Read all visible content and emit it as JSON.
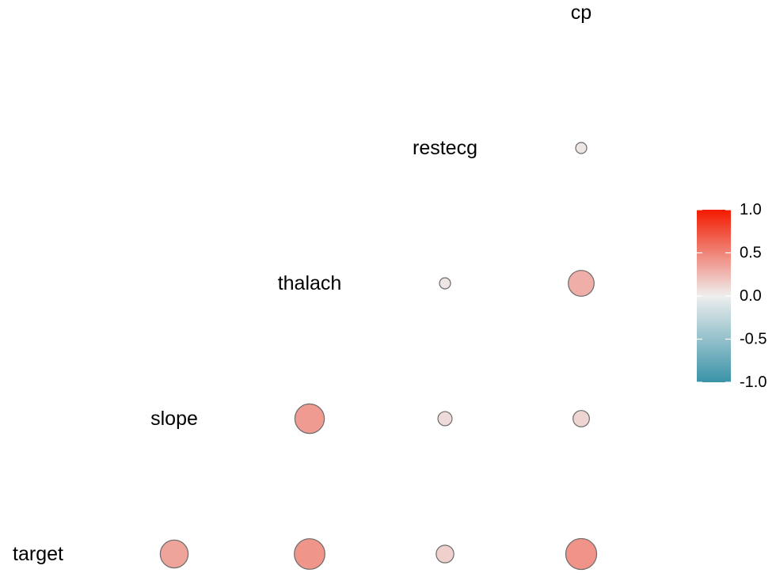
{
  "chart_data": {
    "type": "heatmap",
    "variables": [
      "target",
      "slope",
      "thalach",
      "restecg",
      "cp"
    ],
    "cells": [
      {
        "row": "restecg",
        "col": "cp",
        "value": 0.04
      },
      {
        "row": "thalach",
        "col": "restecg",
        "value": 0.04
      },
      {
        "row": "thalach",
        "col": "cp",
        "value": 0.3
      },
      {
        "row": "slope",
        "col": "thalach",
        "value": 0.39
      },
      {
        "row": "slope",
        "col": "restecg",
        "value": 0.09
      },
      {
        "row": "slope",
        "col": "cp",
        "value": 0.12
      },
      {
        "row": "target",
        "col": "slope",
        "value": 0.35
      },
      {
        "row": "target",
        "col": "thalach",
        "value": 0.42
      },
      {
        "row": "target",
        "col": "restecg",
        "value": 0.14
      },
      {
        "row": "target",
        "col": "cp",
        "value": 0.43
      }
    ],
    "legend": {
      "title": "",
      "range": [
        -1,
        1
      ],
      "ticks": [
        "1.0",
        "0.5",
        "0.0",
        "-0.5",
        "-1.0"
      ],
      "placement": "right"
    },
    "colors": {
      "low": "#3A93A8",
      "mid": "#EEEEEE",
      "high": "#F21A00"
    }
  }
}
